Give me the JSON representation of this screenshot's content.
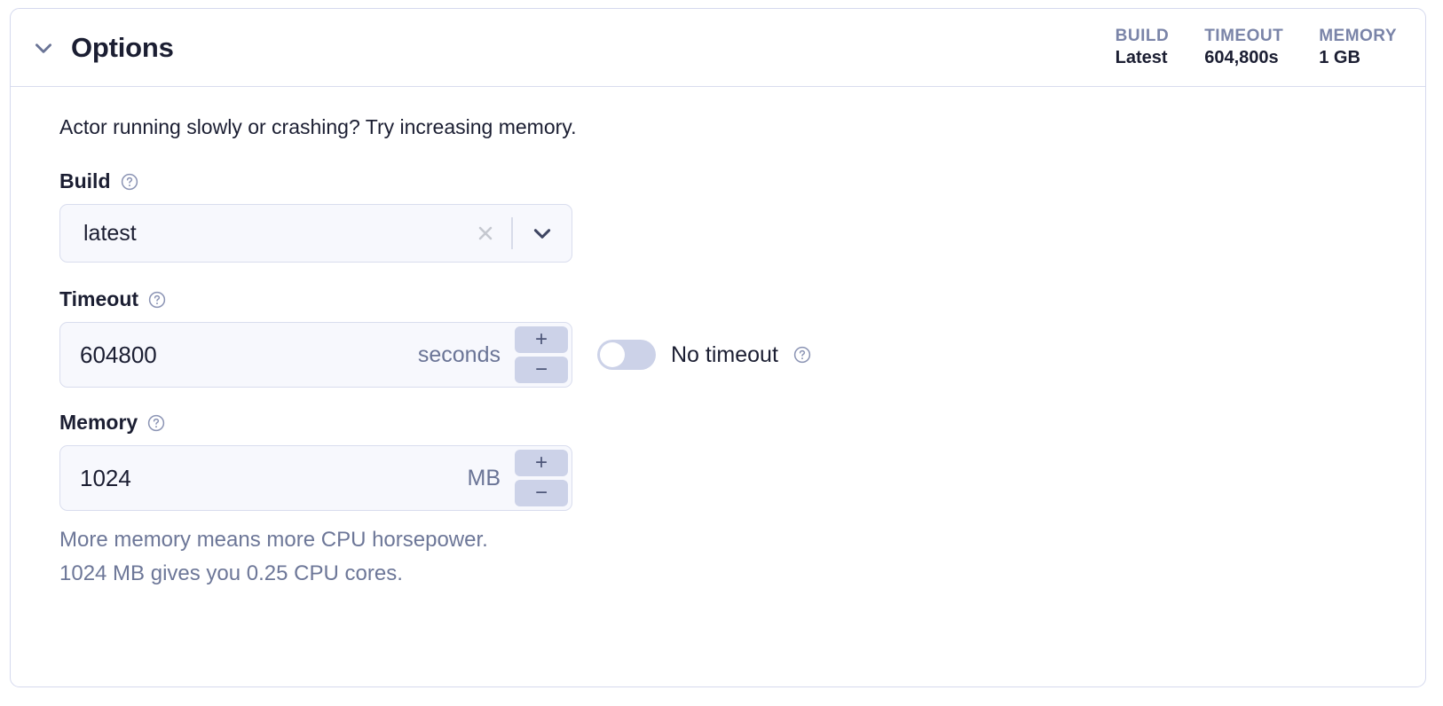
{
  "card": {
    "title": "Options",
    "collapse_icon": "chevron-down-icon",
    "stats": [
      {
        "label": "BUILD",
        "value": "Latest"
      },
      {
        "label": "TIMEOUT",
        "value": "604,800s"
      },
      {
        "label": "MEMORY",
        "value": "1 GB"
      }
    ]
  },
  "body": {
    "intro": "Actor running slowly or crashing? Try increasing memory.",
    "build": {
      "label": "Build",
      "help_icon": "help-circle-icon",
      "value": "latest",
      "clear_icon": "close-icon",
      "caret_icon": "chevron-down-icon"
    },
    "timeout": {
      "label": "Timeout",
      "help_icon": "help-circle-icon",
      "value": "604800",
      "unit": "seconds",
      "increment_label": "+",
      "decrement_label": "−",
      "no_timeout_label": "No timeout",
      "no_timeout_help_icon": "help-circle-icon",
      "no_timeout_on": false
    },
    "memory": {
      "label": "Memory",
      "help_icon": "help-circle-icon",
      "value": "1024",
      "unit": "MB",
      "increment_label": "+",
      "decrement_label": "−",
      "hint_line1": "More memory means more CPU horsepower.",
      "hint_line2": "1024 MB gives you 0.25 CPU cores."
    }
  },
  "colors": {
    "border": "#d5d9ee",
    "field_bg": "#f7f8fd",
    "stepper_bg": "#ccd2e8",
    "text_dark": "#1b1e32",
    "text_muted": "#6d7798",
    "stat_label": "#7a84a8"
  }
}
